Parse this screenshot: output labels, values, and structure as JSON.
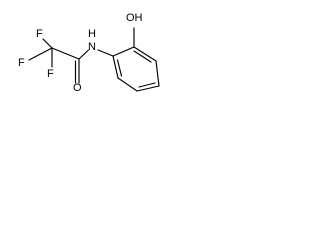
{
  "structure": {
    "labels": {
      "fluorine_1": "F",
      "fluorine_2": "F",
      "fluorine_3": "F",
      "carbonyl_oxygen": "O",
      "amide_nitrogen": "N",
      "amide_hydrogen": "H",
      "hydroxyl": "OH"
    },
    "bonds": [
      {
        "from": "carbonyl_carbon",
        "to": "carbonyl_oxygen",
        "order": 2
      },
      {
        "from": "trifluoromethyl_carbon",
        "to": "carbonyl_carbon",
        "order": 1
      },
      {
        "from": "carbonyl_carbon",
        "to": "amide_nitrogen",
        "order": 1
      },
      {
        "from": "amide_nitrogen",
        "to": "aryl_carbon_1",
        "order": 1
      },
      {
        "from": "aryl_carbon_2",
        "to": "hydroxyl",
        "order": 1
      },
      {
        "from": "trifluoromethyl_carbon",
        "to": "fluorine_1",
        "order": 1
      },
      {
        "from": "trifluoromethyl_carbon",
        "to": "fluorine_2",
        "order": 1
      },
      {
        "from": "trifluoromethyl_carbon",
        "to": "fluorine_3",
        "order": 1
      },
      {
        "from": "benzene_ring",
        "to": "benzene_ring",
        "order": "aromatic"
      }
    ]
  }
}
